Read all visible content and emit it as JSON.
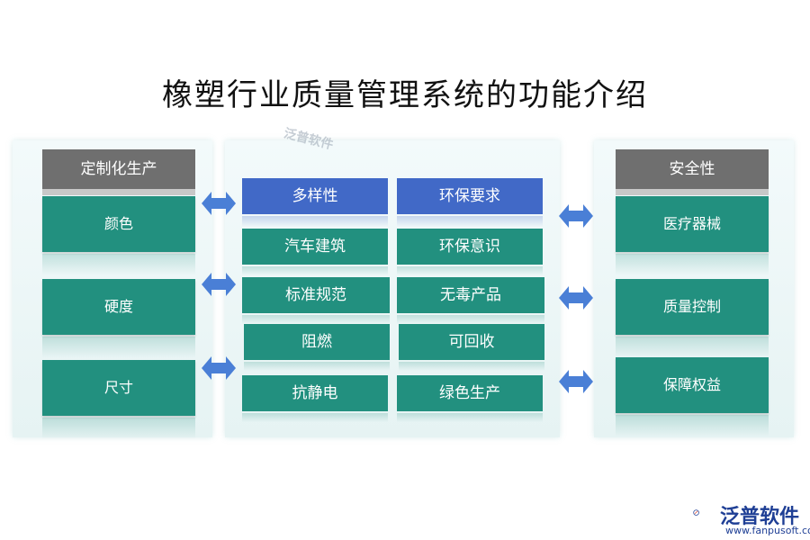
{
  "title": "橡塑行业质量管理系统的功能介绍",
  "left": {
    "header": "定制化生产",
    "items": [
      "颜色",
      "硬度",
      "尺寸"
    ]
  },
  "middle": {
    "col1": {
      "header": "多样性",
      "items": [
        "汽车建筑",
        "标准规范",
        "阻燃",
        "抗静电"
      ]
    },
    "col2": {
      "header": "环保要求",
      "items": [
        "环保意识",
        "无毒产品",
        "可回收",
        "绿色生产"
      ]
    }
  },
  "right": {
    "header": "安全性",
    "items": [
      "医疗器械",
      "质量控制",
      "保障权益"
    ]
  },
  "brand": {
    "name": "泛普软件",
    "url": "www.fanpusoft.com",
    "watermark": "泛普软件"
  },
  "colors": {
    "teal": "#22907f",
    "blue": "#4169c7",
    "gray_header": "#6f6f6f",
    "arrow": "#4a7fd6"
  }
}
